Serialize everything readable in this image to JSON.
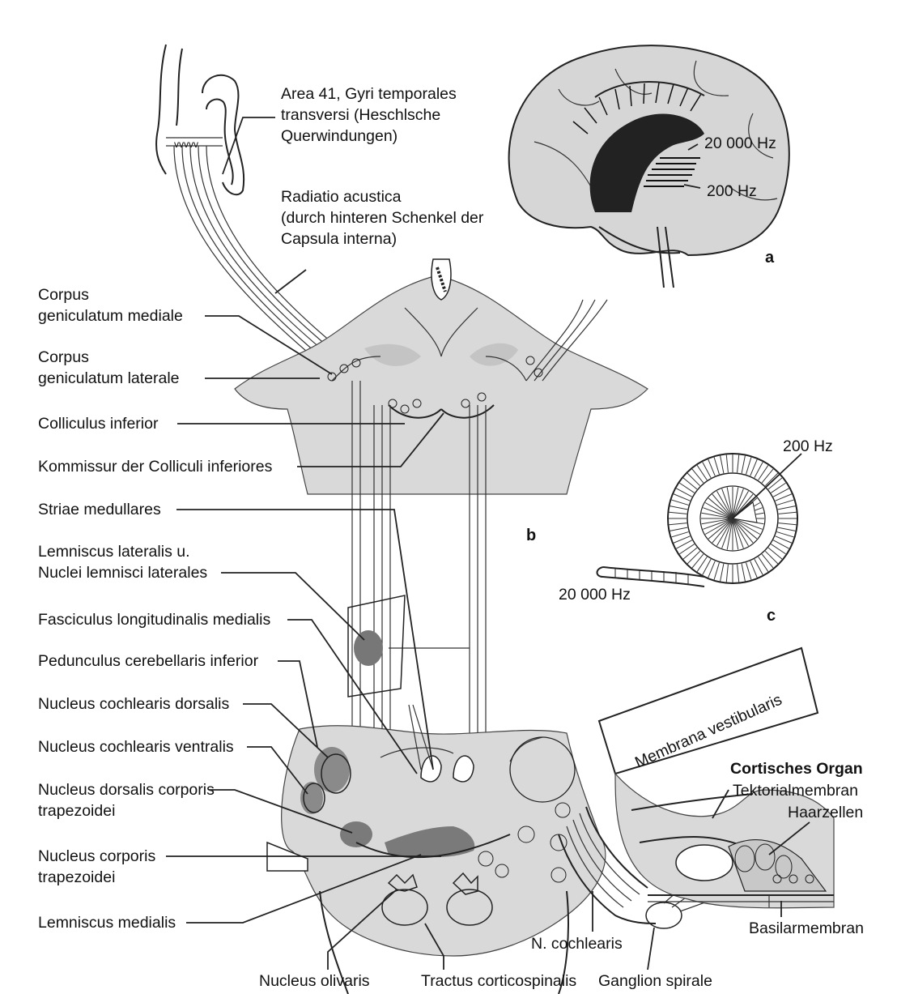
{
  "labels": {
    "area41_l1": "Area 41, Gyri temporales",
    "area41_l2": "transversi (Heschlsche",
    "area41_l3": "Querwindungen)",
    "radiatio_l1": "Radiatio acustica",
    "radiatio_l2": "(durch hinteren Schenkel der",
    "radiatio_l3": "Capsula interna)",
    "cgm_l1": "Corpus",
    "cgm_l2": "geniculatum mediale",
    "cgl_l1": "Corpus",
    "cgl_l2": "geniculatum laterale",
    "colliculus": "Colliculus inferior",
    "kommissur": "Kommissur der Colliculi inferiores",
    "striae": "Striae medullares",
    "lemniscus_lat_l1": "Lemniscus lateralis u.",
    "lemniscus_lat_l2": "Nuclei lemnisci laterales",
    "fasciculus": "Fasciculus longitudinalis medialis",
    "pedunculus": "Pedunculus cerebellaris inferior",
    "nc_dorsalis": "Nucleus cochlearis dorsalis",
    "nc_ventralis": "Nucleus cochlearis ventralis",
    "ndct_l1": "Nucleus dorsalis corporis",
    "ndct_l2": "trapezoidei",
    "nct_l1": "Nucleus corporis",
    "nct_l2": "trapezoidei",
    "lemniscus_med": "Lemniscus medialis",
    "nucleus_olivaris": "Nucleus olivaris",
    "tractus": "Tractus corticospinalis",
    "ganglion": "Ganglion spirale",
    "n_cochlearis": "N. cochlearis",
    "basilarmembran": "Basilarmembran",
    "haarzellen": "Haarzellen",
    "tektorialmembran": "Tektorialmembran",
    "cortisches": "Cortisches Organ",
    "membrana": "Membrana vestibularis",
    "hz20000_a": "20 000 Hz",
    "hz200_a": "200 Hz",
    "hz200_c": "200 Hz",
    "hz20000_c": "20 000 Hz"
  },
  "panels": {
    "a": "a",
    "b": "b",
    "c": "c"
  }
}
